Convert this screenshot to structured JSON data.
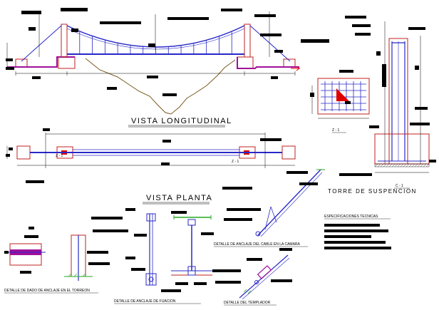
{
  "titles": {
    "vista_longitudinal": "VISTA LONGITUDINAL",
    "vista_planta": "VISTA PLANTA",
    "torre": "TORRE DE SUSPENCION"
  },
  "section_labels": {
    "z1_left": "Z - 1",
    "z1_right": "Z - 1",
    "z1_detail": "Z - 1",
    "c1": "C - 1"
  },
  "details": {
    "dado": "DETALLE DE DADO DE ANCLAJE EN EL TORREON",
    "fijacion": "DETALLE DE ANCLAJE DE FIJACION",
    "cabezal": "DETALLE DE ANCLAJE DEL CABLE EN LA CAMARA",
    "templador": "DETALLE DEL TEMPLADOR"
  },
  "specs": {
    "title": "ESPECIFICACIONES TECNICAS"
  },
  "colors": {
    "background": "#ffffff",
    "annotation": "#000000",
    "structure": "#2828c8",
    "concrete": "#c02020",
    "ground": "#7a5a1e",
    "foundation": "#a0109a",
    "highlight": "#e00000",
    "grass": "#22aa22"
  }
}
